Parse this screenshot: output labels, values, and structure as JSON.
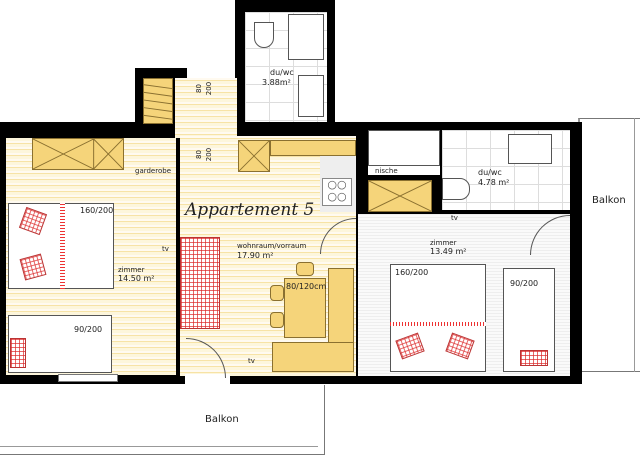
{
  "title": "Appartement 5",
  "rooms": {
    "bath_top": {
      "name": "du/wc",
      "area": "3.88m²"
    },
    "bath_right": {
      "name": "du/wc",
      "area": "4.78 m²"
    },
    "living": {
      "name": "wohnraum/vorraum",
      "area": "17.90 m²"
    },
    "room_left": {
      "name": "zimmer",
      "area": "14.50 m²"
    },
    "room_right": {
      "name": "zimmer",
      "area": "13.49 m²"
    }
  },
  "labels": {
    "garderobe": "garderobe",
    "nische": "nische",
    "balkon_right": "Balkon",
    "balkon_bottom": "Balkon",
    "door_dim_1a": "80",
    "door_dim_1b": "200",
    "door_dim_2a": "80",
    "door_dim_2b": "200",
    "tv_left": "tv",
    "tv_right": "tv",
    "tv_living": "tv"
  },
  "furniture": {
    "bed_left_double": "160/200",
    "bed_left_single": "90/200",
    "bed_right_double": "160/200",
    "bed_right_single": "90/200",
    "table": "80/120cm"
  }
}
